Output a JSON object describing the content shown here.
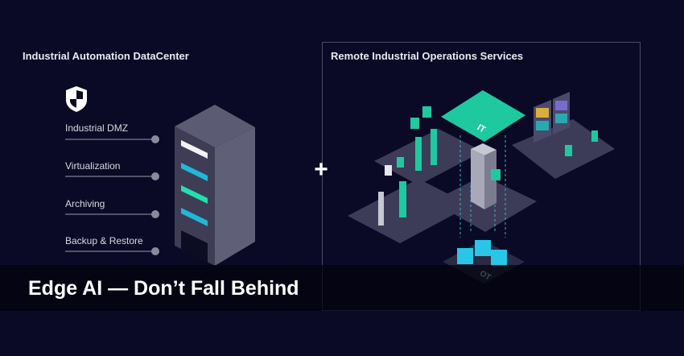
{
  "left": {
    "title": "Industrial Automation DataCenter",
    "icon": "shield-icon",
    "items": [
      {
        "label": "Industrial DMZ"
      },
      {
        "label": "Virtualization"
      },
      {
        "label": "Archiving"
      },
      {
        "label": "Backup & Restore"
      }
    ],
    "server_slot_colors": [
      "#f2f2f2",
      "#1fb8d8",
      "#21e0b0",
      "#1fb8d8",
      "#0c0c22"
    ]
  },
  "plus_symbol": "+",
  "right": {
    "title": "Remote Industrial Operations Services",
    "it_label": "IT",
    "ot_label": "OT",
    "accent": "#1ec9a0"
  },
  "caption": {
    "text": "Edge AI — Don’t Fall Behind"
  },
  "colors": {
    "background": "#0b0a26",
    "platform": "#3d3c58",
    "accent": "#1ec9a0",
    "cube": "#29c6e8"
  }
}
